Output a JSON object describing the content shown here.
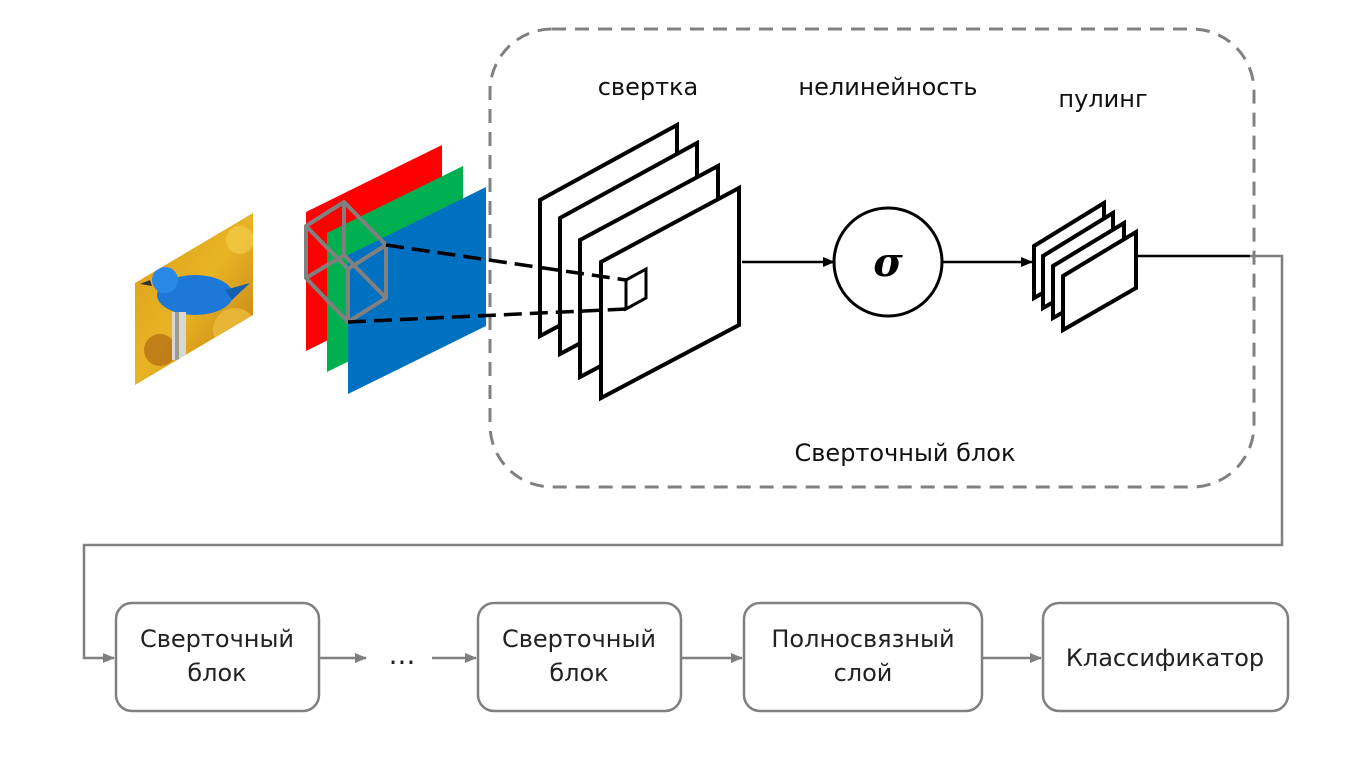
{
  "stage_labels": {
    "convolution": "свертка",
    "nonlinearity": "нелинейность",
    "pooling": "пулинг",
    "sigma": "σ"
  },
  "conv_block_caption": "Сверточный блок",
  "pipeline": {
    "box1_line1": "Сверточный",
    "box1_line2": "блок",
    "ellipsis": "...",
    "box2_line1": "Сверточный",
    "box2_line2": "блок",
    "box3_line1": "Полносвязный",
    "box3_line2": "слой",
    "box4": "Классификатор"
  },
  "colors": {
    "red_channel": "#ff0000",
    "green_channel": "#00b050",
    "blue_channel": "#0070c0",
    "dashed_border": "#808080",
    "pipeline_gray": "#808080"
  }
}
